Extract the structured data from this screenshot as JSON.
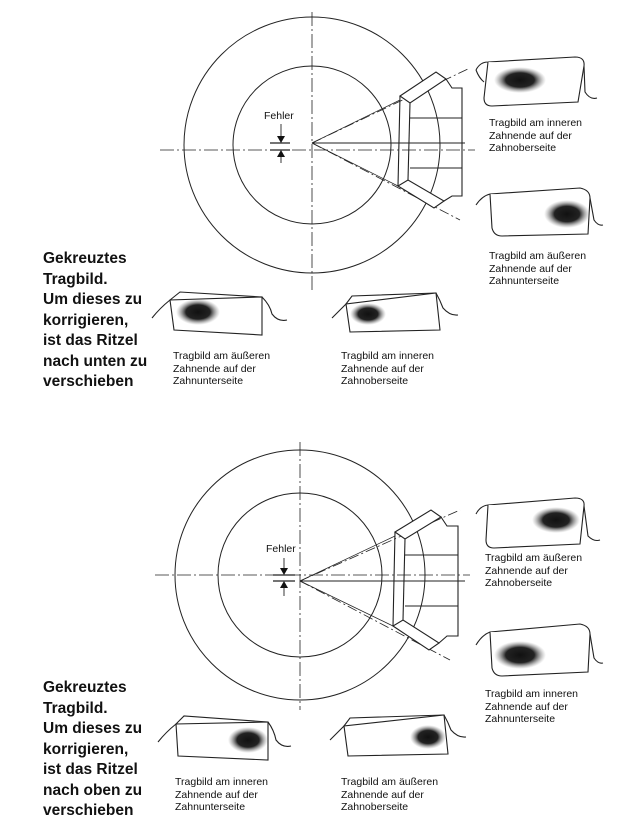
{
  "top": {
    "error_label": "Fehler",
    "heading_lines": [
      "Gekreuztes",
      "Tragbild.",
      "Um dieses zu",
      "korrigieren,",
      "ist das Ritzel",
      "nach unten zu",
      "verschieben"
    ],
    "caption_upper_right": [
      "Tragbild am inneren",
      "Zahnende auf der",
      "Zahnoberseite"
    ],
    "caption_lower_right": [
      "Tragbild am äußeren",
      "Zahnende auf der",
      "Zahnunterseite"
    ],
    "caption_bottom_left": [
      "Tragbild am äußeren",
      "Zahnende auf der",
      "Zahnunterseite"
    ],
    "caption_bottom_mid": [
      "Tragbild am inneren",
      "Zahnende auf der",
      "Zahnoberseite"
    ]
  },
  "bottom": {
    "error_label": "Fehler",
    "heading_lines": [
      "Gekreuztes",
      "Tragbild.",
      "Um dieses zu",
      "korrigieren,",
      "ist das Ritzel",
      "nach oben zu",
      "verschieben"
    ],
    "caption_upper_right": [
      "Tragbild am äußeren",
      "Zahnende auf der",
      "Zahnoberseite"
    ],
    "caption_lower_right": [
      "Tragbild am inneren",
      "Zahnende auf der",
      "Zahnunterseite"
    ],
    "caption_bottom_left": [
      "Tragbild am inneren",
      "Zahnende auf der",
      "Zahnunterseite"
    ],
    "caption_bottom_mid": [
      "Tragbild am äußeren",
      "Zahnende auf der",
      "Zahnoberseite"
    ]
  }
}
